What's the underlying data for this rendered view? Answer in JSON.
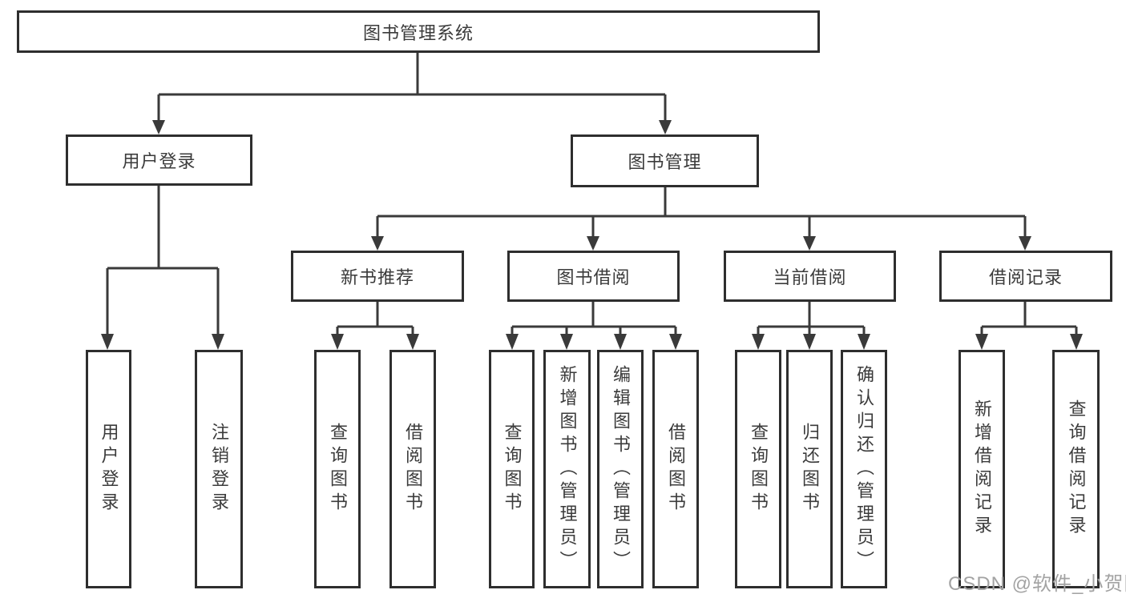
{
  "watermark": {
    "text": "CSDN @软件_小贺同学"
  },
  "colors": {
    "line": "#3a3a3a",
    "border": "#2e2e2e",
    "text": "#3b3b3b",
    "watermark": "#a3a3a3",
    "background": "#ffffff"
  },
  "diagram": {
    "root": {
      "label": "图书管理系统"
    },
    "level2": [
      {
        "label": "用户登录"
      },
      {
        "label": "图书管理"
      }
    ],
    "level3": [
      {
        "label": "新书推荐"
      },
      {
        "label": "图书借阅"
      },
      {
        "label": "当前借阅"
      },
      {
        "label": "借阅记录"
      }
    ],
    "leaves": {
      "user_login": [
        {
          "label": "用户登录"
        },
        {
          "label": "注销登录"
        }
      ],
      "new_book": [
        {
          "label": "查询图书"
        },
        {
          "label": "借阅图书"
        }
      ],
      "book_borrow": [
        {
          "label": "查询图书"
        },
        {
          "label": "新增图书（管理员）"
        },
        {
          "label": "编辑图书（管理员）"
        },
        {
          "label": "借阅图书"
        }
      ],
      "current_borrow": [
        {
          "label": "查询图书"
        },
        {
          "label": "归还图书"
        },
        {
          "label": "确认归还（管理员）"
        }
      ],
      "borrow_records": [
        {
          "label": "新增借阅记录"
        },
        {
          "label": "查询借阅记录"
        }
      ]
    }
  }
}
